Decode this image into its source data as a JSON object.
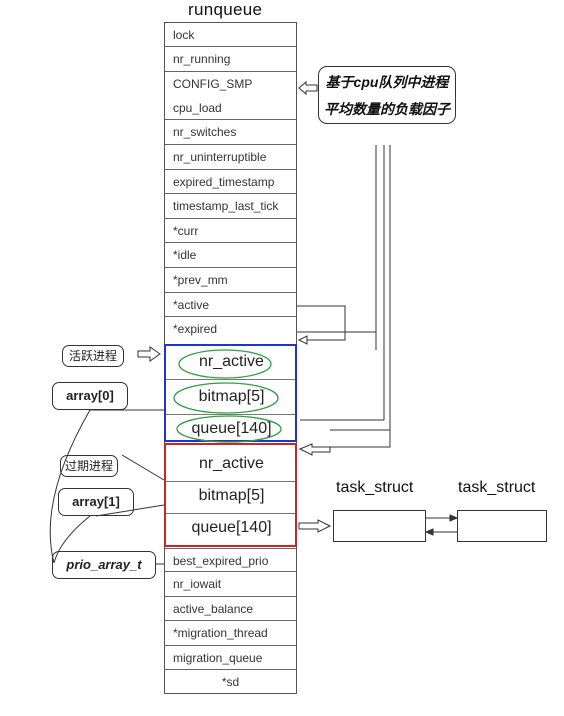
{
  "title": "runqueue",
  "runqueue_fields": [
    "lock",
    "nr_running",
    "CONFIG_SMP",
    "cpu_load",
    "nr_switches",
    "nr_uninterruptible",
    "expired_timestamp",
    "timestamp_last_tick",
    "*curr",
    "*idle",
    "*prev_mm",
    "*active",
    "*expired"
  ],
  "active_array_fields": [
    "nr_active",
    "bitmap[5]",
    "queue[140]"
  ],
  "expired_array_fields": [
    "nr_active",
    "bitmap[5]",
    "queue[140]"
  ],
  "tail_fields": [
    "best_expired_prio",
    "nr_iowait",
    "active_balance",
    "*migration_thread",
    "migration_queue",
    "*sd"
  ],
  "note": {
    "line1": "基于cpu队列中进程",
    "line2": "平均数量的负载因子"
  },
  "labels": {
    "active_process": "活跃进程",
    "array0": "array[0]",
    "expired_process": "过期进程",
    "array1": "array[1]",
    "prio_array": "prio_array_t"
  },
  "task_structs": [
    "task_struct",
    "task_struct"
  ],
  "colors": {
    "active_box": "#2035c8",
    "expired_box": "#c62828",
    "highlight_circle": "#2e9e3e"
  }
}
